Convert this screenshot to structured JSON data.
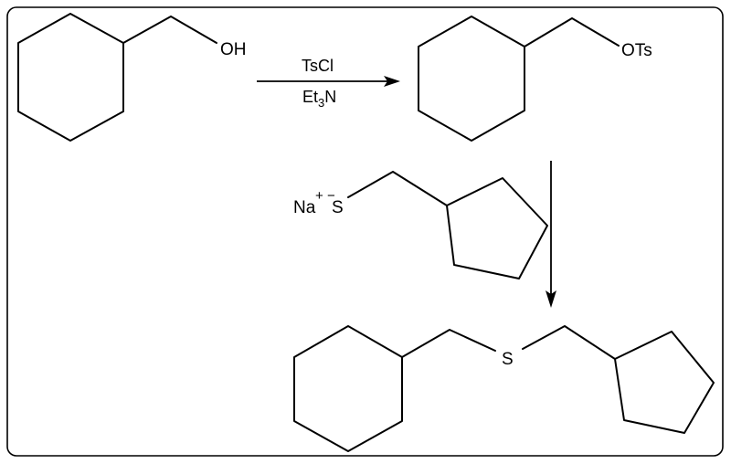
{
  "starting_material": {
    "substituent": "OH"
  },
  "step1": {
    "reagent_top": "TsCl",
    "reagent_bottom_main": "Et",
    "reagent_bottom_sub": "3",
    "reagent_bottom_tail": "N"
  },
  "tosylate": {
    "substituent": "OTs"
  },
  "nucleophile": {
    "counterion": "Na",
    "counterion_charge": "+",
    "anion_charge": "−",
    "atom": "S"
  },
  "product": {
    "linker_atom": "S"
  }
}
